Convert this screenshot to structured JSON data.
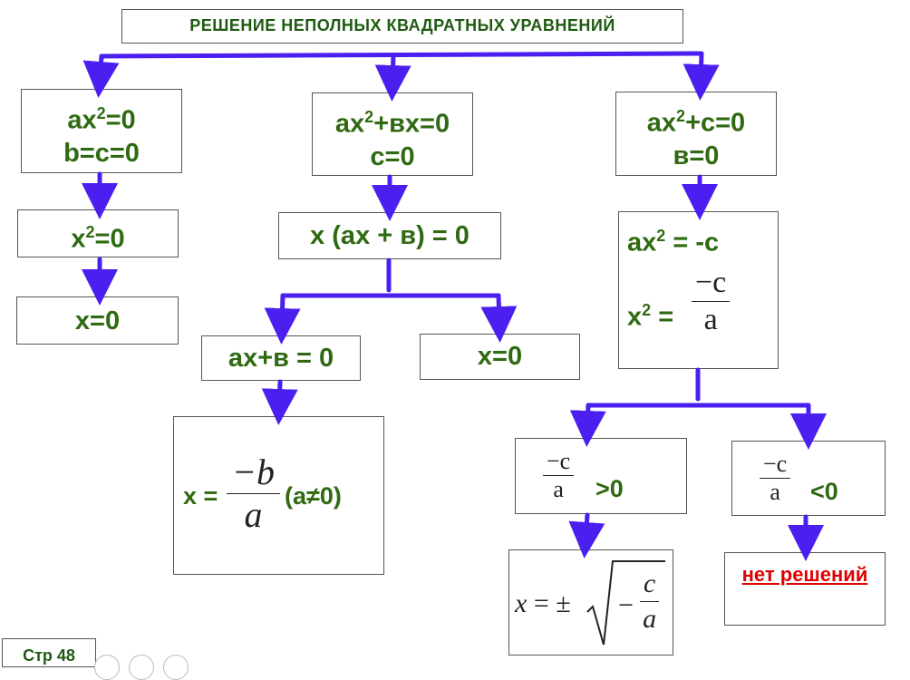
{
  "title": "РЕШЕНИЕ  НЕПОЛНЫХ   КВАДРАТНЫХ  УРАВНЕНИЙ",
  "col1": {
    "eq_line1": "ах",
    "eq_sup": "2",
    "eq_line1_tail": "=0",
    "eq_line2": "b=c=0",
    "step1_base": "x",
    "step1_sup": "2",
    "step1_tail": "=0",
    "result": "x=0"
  },
  "col2": {
    "eq_line1_base": "ах",
    "eq_sup": "2",
    "eq_line1_tail": "+вх=0",
    "eq_line2": "с=0",
    "factored": "х (ах + в) = 0",
    "branch_left": "ах+в = 0",
    "branch_right": "х=0",
    "sol_prefix": "х =",
    "sol_num": "−b",
    "sol_den": "a",
    "sol_cond": "(а≠0)"
  },
  "col3": {
    "eq_line1_base": "ах",
    "eq_sup": "2",
    "eq_line1_tail": "+с=0",
    "eq_line2": "в=0",
    "step_base": "ах",
    "step_sup": "2",
    "step_tail": " = -с",
    "x2_base": "х",
    "x2_sup": "2",
    "x2_eq": " =",
    "frac_num": "−c",
    "frac_den": "a",
    "case_pos_num": "−c",
    "case_pos_den": "a",
    "case_pos_sign": ">0",
    "case_neg_num": "−c",
    "case_neg_den": "a",
    "case_neg_sign": "<0",
    "sol_x": "x",
    "sol_eq": " = ±",
    "sol_minus": "−",
    "sol_num": "c",
    "sol_den": "a",
    "no_solution": "нет решений"
  },
  "page_label": "Стр 48",
  "colors": {
    "arrow": "#4a1ff0",
    "text": "#2f6a12",
    "red": "#e00000"
  }
}
